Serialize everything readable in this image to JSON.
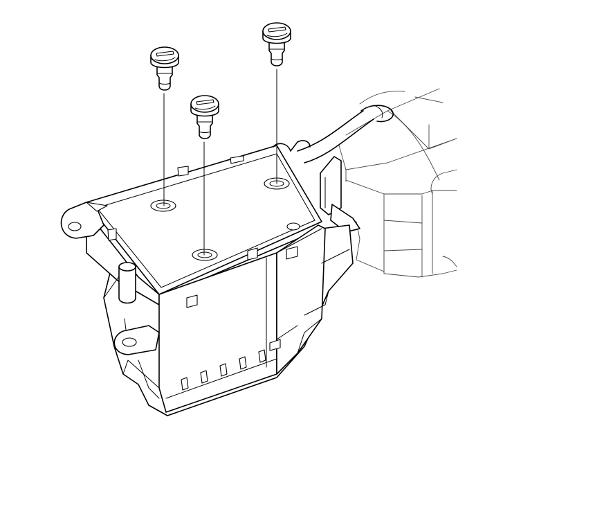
{
  "figure": {
    "line_color": "#000000",
    "background": "#ffffff",
    "screws": [
      {
        "id": "screw-left"
      },
      {
        "id": "screw-middle"
      },
      {
        "id": "screw-right"
      }
    ]
  }
}
